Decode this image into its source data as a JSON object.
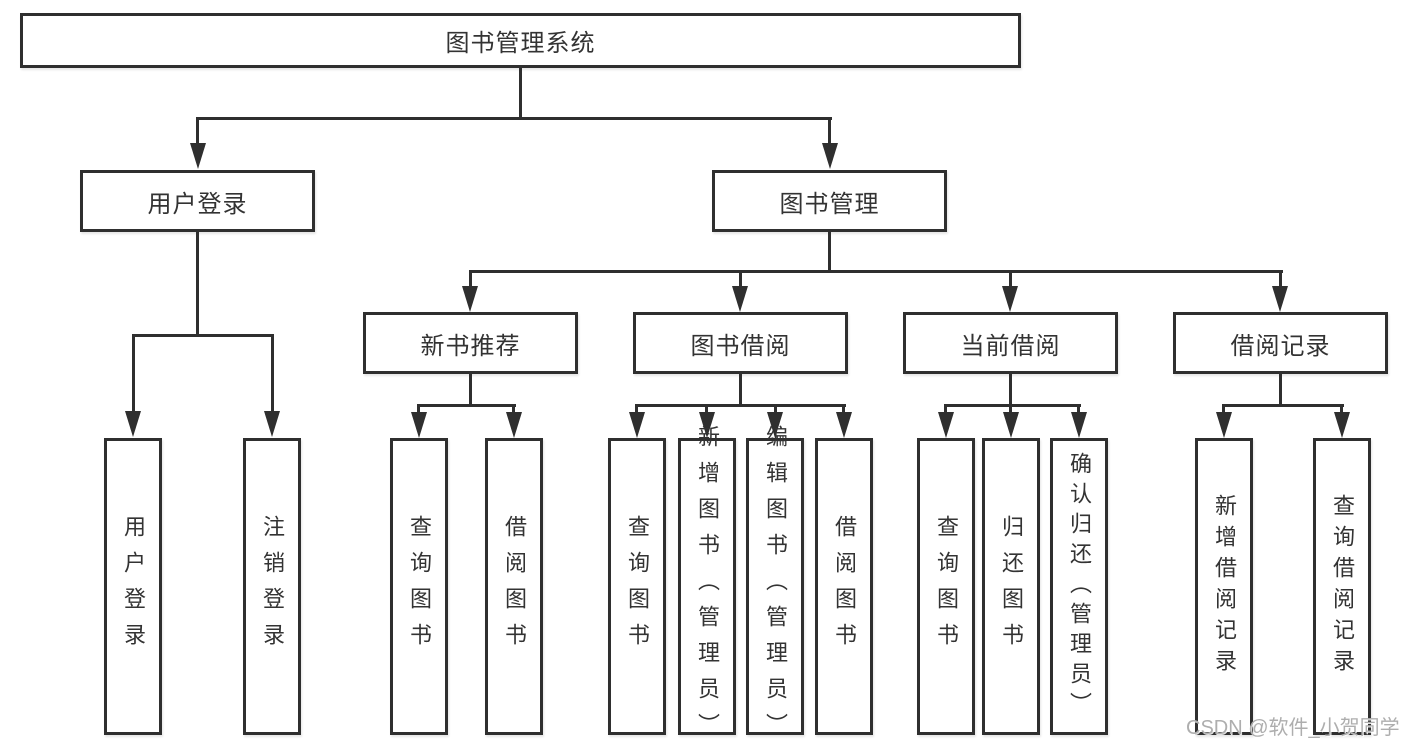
{
  "colors": {
    "line": "#2f2f2f",
    "box_background": "#ffffff",
    "text": "#333333",
    "watermark": "#aeaeae"
  },
  "tree": {
    "root": {
      "label": "图书管理系统"
    },
    "branches": [
      {
        "label": "用户登录",
        "leaves": [
          {
            "label": "用户登录"
          },
          {
            "label": "注销登录"
          }
        ]
      },
      {
        "label": "图书管理",
        "groups": [
          {
            "label": "新书推荐",
            "leaves": [
              {
                "label": "查询图书"
              },
              {
                "label": "借阅图书"
              }
            ]
          },
          {
            "label": "图书借阅",
            "leaves": [
              {
                "label": "查询图书"
              },
              {
                "label": "新增图书（管理员）"
              },
              {
                "label": "编辑图书（管理员）"
              },
              {
                "label": "借阅图书"
              }
            ]
          },
          {
            "label": "当前借阅",
            "leaves": [
              {
                "label": "查询图书"
              },
              {
                "label": "归还图书"
              },
              {
                "label": "确认归还（管理员）"
              }
            ]
          },
          {
            "label": "借阅记录",
            "leaves": [
              {
                "label": "新增借阅记录"
              },
              {
                "label": "查询借阅记录"
              }
            ]
          }
        ]
      }
    ]
  },
  "watermark": {
    "text": "CSDN @软件_小贺同学"
  }
}
